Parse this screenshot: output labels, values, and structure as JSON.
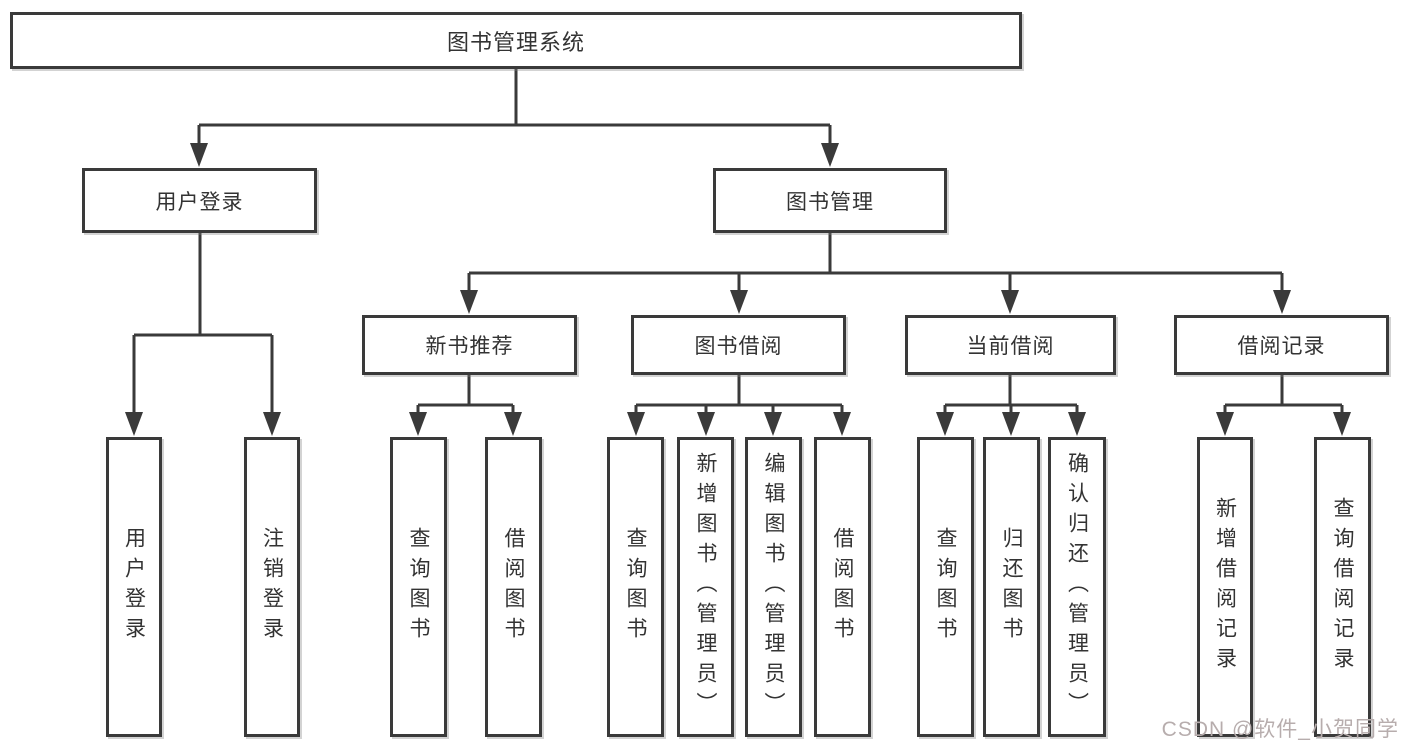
{
  "title": "图书管理系统",
  "level2": {
    "user_login": "用户登录",
    "book_management": "图书管理"
  },
  "level3": {
    "new_book_recommend": "新书推荐",
    "book_borrow": "图书借阅",
    "current_borrow": "当前借阅",
    "borrow_records": "借阅记录"
  },
  "leaves": {
    "user_login_leaf": "用户登录",
    "logout": "注销登录",
    "nb_query_books": "查询图书",
    "nb_borrow_books": "借阅图书",
    "bb_query_books": "查询图书",
    "bb_add_books": "新增图书（管理员）",
    "bb_edit_books": "编辑图书（管理员）",
    "bb_borrow_books": "借阅图书",
    "cb_query_books": "查询图书",
    "cb_return_books": "归还图书",
    "cb_confirm_return": "确认归还（管理员）",
    "br_add_record": "新增借阅记录",
    "br_query_record": "查询借阅记录"
  },
  "watermark": {
    "text": "CSDN @软件_小贺同学"
  },
  "colors": {
    "line": "#3a3a3a",
    "text": "#333333",
    "box_background": "#ffffff",
    "watermark": "#b7adad"
  }
}
